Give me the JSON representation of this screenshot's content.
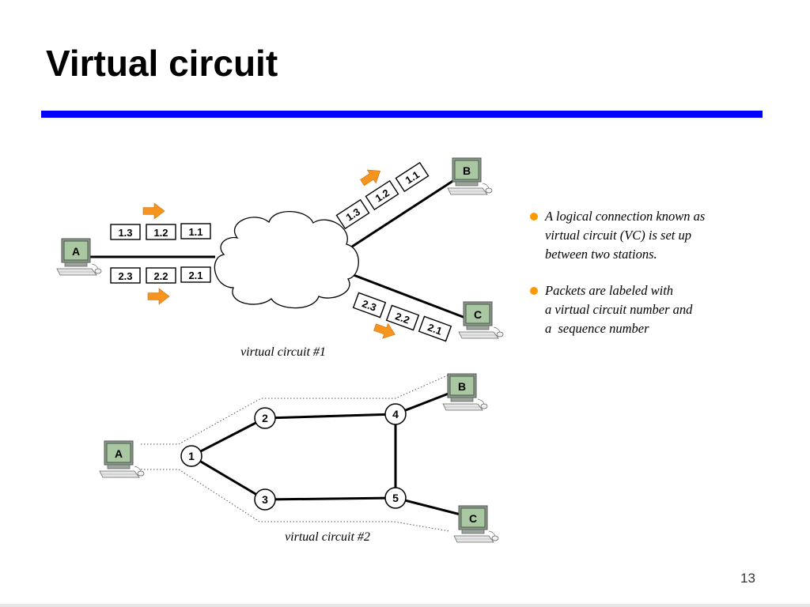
{
  "slide": {
    "title": "Virtual circuit",
    "page_number": "13",
    "accent_color": "#0000ff",
    "arrow_color": "#f7941d"
  },
  "bullets": [
    {
      "lines": [
        "A logical connection known as",
        "virtual circuit (VC) is set up",
        "between two stations."
      ]
    },
    {
      "lines": [
        "Packets are labeled with",
        "a virtual circuit number and",
        "a  sequence number"
      ]
    }
  ],
  "diagram1": {
    "caption": "virtual circuit #1",
    "stations": {
      "a": "A",
      "b": "B",
      "c": "C"
    },
    "row1_packets": [
      "1.3",
      "1.2",
      "1.1"
    ],
    "row2_packets": [
      "2.3",
      "2.2",
      "2.1"
    ],
    "to_b_packets": [
      "1.3",
      "1.2",
      "1.1"
    ],
    "to_c_packets": [
      "2.3",
      "2.2",
      "2.1"
    ]
  },
  "diagram2": {
    "caption": "virtual circuit #2",
    "stations": {
      "a": "A",
      "b": "B",
      "c": "C"
    },
    "nodes": [
      "1",
      "2",
      "3",
      "4",
      "5"
    ]
  }
}
